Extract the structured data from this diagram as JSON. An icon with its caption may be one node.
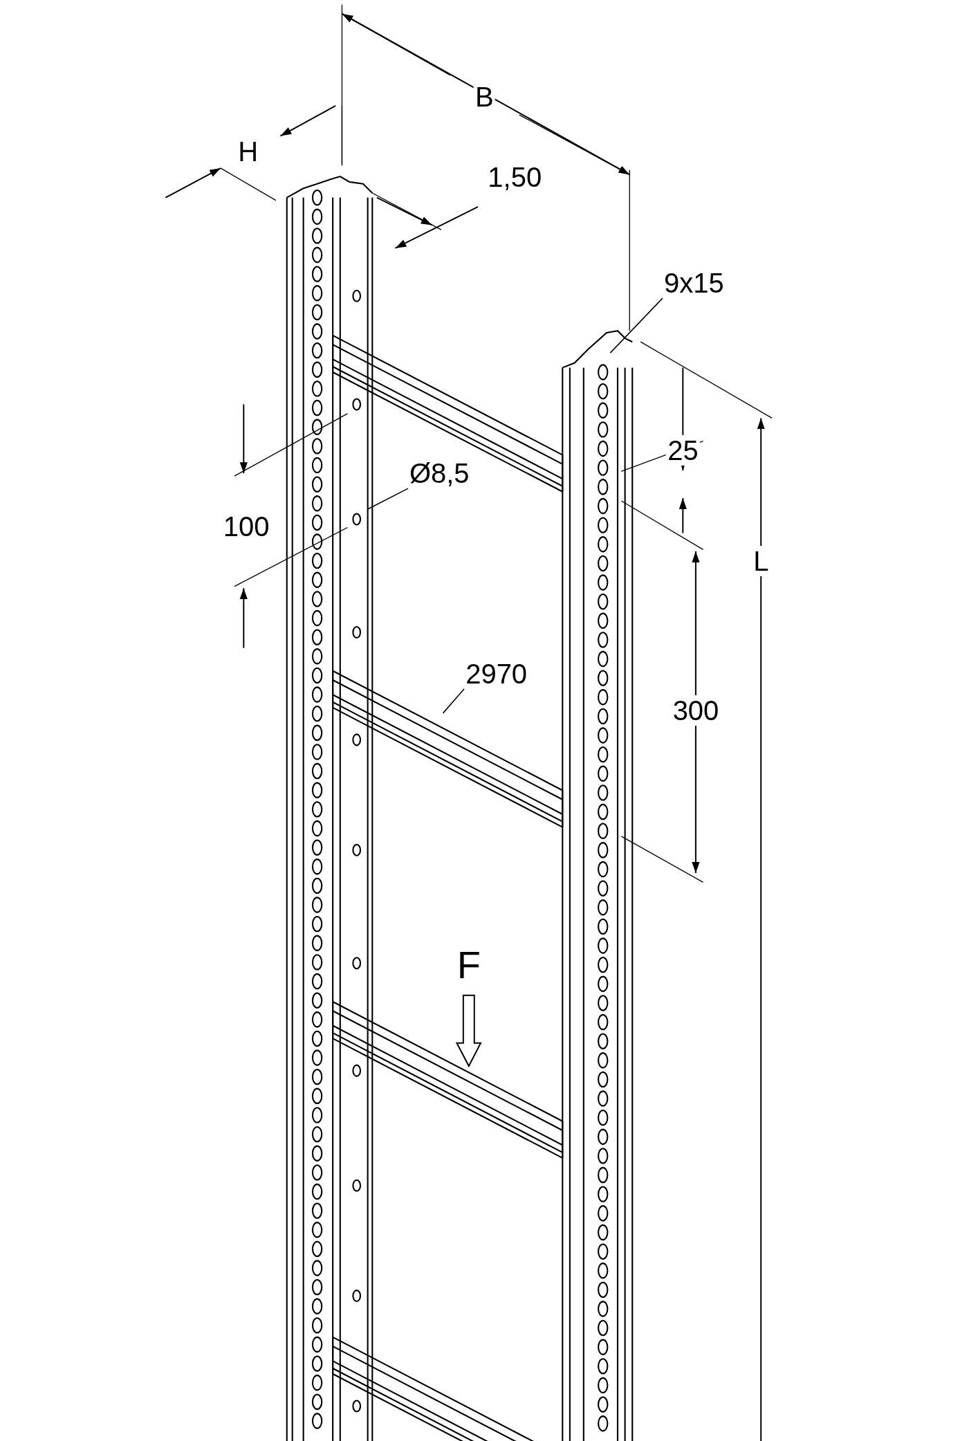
{
  "diagram": {
    "nodes": [
      {
        "text": [
          "9x15"
        ]
      },
      {
        "text": [
          "Ø8,5"
        ]
      },
      {
        "text": [
          "2970"
        ]
      }
    ],
    "edges": [
      {
        "from": 0,
        "to": null,
        "arrow": "none"
      },
      {
        "from": 1,
        "to": null,
        "arrow": "none"
      },
      {
        "from": 2,
        "to": null,
        "arrow": "none"
      }
    ],
    "labels": [
      "B",
      "H",
      "1,50",
      "25",
      "100",
      "300",
      "L",
      "F"
    ]
  }
}
